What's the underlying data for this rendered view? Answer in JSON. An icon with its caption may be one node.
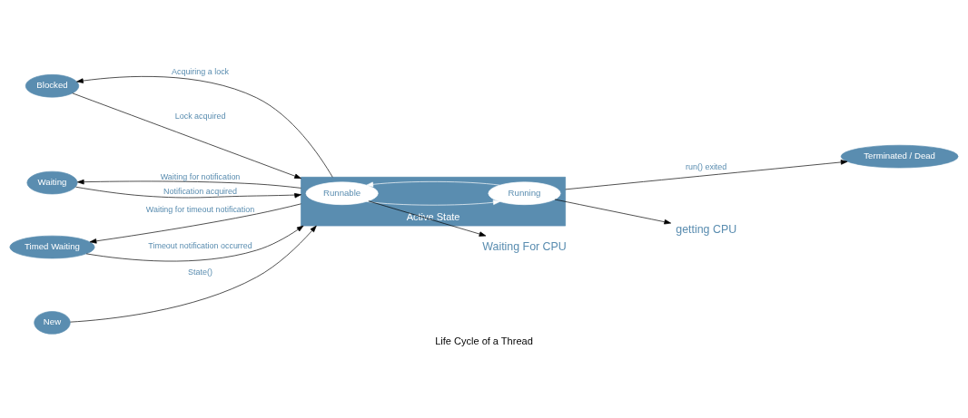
{
  "diagram": {
    "caption": "Life Cycle of a Thread",
    "nodes": [
      {
        "text": [
          "Blocked"
        ]
      },
      {
        "text": [
          "Waiting"
        ]
      },
      {
        "text": [
          "Timed Waiting"
        ]
      },
      {
        "text": [
          "New"
        ]
      },
      {
        "text": [
          "Active State"
        ]
      },
      {
        "text": [
          "Runnable"
        ],
        "in": 4
      },
      {
        "text": [
          "Running"
        ],
        "in": 4
      },
      {
        "text": [
          "Terminated / Dead"
        ]
      },
      {
        "text": [
          "getting CPU"
        ]
      },
      {
        "text": [
          "Waiting For CPU"
        ]
      }
    ],
    "edges": [
      {
        "from": 4,
        "to": 0,
        "arrow": "to",
        "label": "Acquiring a lock"
      },
      {
        "from": 0,
        "to": 4,
        "arrow": "to",
        "label": "Lock acquired"
      },
      {
        "from": 4,
        "to": 1,
        "arrow": "to",
        "label": "Waiting for notification"
      },
      {
        "from": 1,
        "to": 4,
        "arrow": "to",
        "label": "Notification acquired"
      },
      {
        "from": 4,
        "to": 2,
        "arrow": "to",
        "label": "Waiting for timeout notification"
      },
      {
        "from": 2,
        "to": 4,
        "arrow": "to",
        "label": "Timeout notification occurred"
      },
      {
        "from": 3,
        "to": 4,
        "arrow": "to",
        "label": "State()"
      },
      {
        "from": 6,
        "to": 5,
        "arrow": "to",
        "color": "#ffffff"
      },
      {
        "from": 5,
        "to": 6,
        "arrow": "to",
        "color": "#ffffff"
      },
      {
        "from": 6,
        "to": 8,
        "arrow": "to"
      },
      {
        "from": 5,
        "to": 9,
        "arrow": "to"
      },
      {
        "from": 4,
        "to": 7,
        "arrow": "to",
        "label": "run() exited"
      }
    ]
  }
}
